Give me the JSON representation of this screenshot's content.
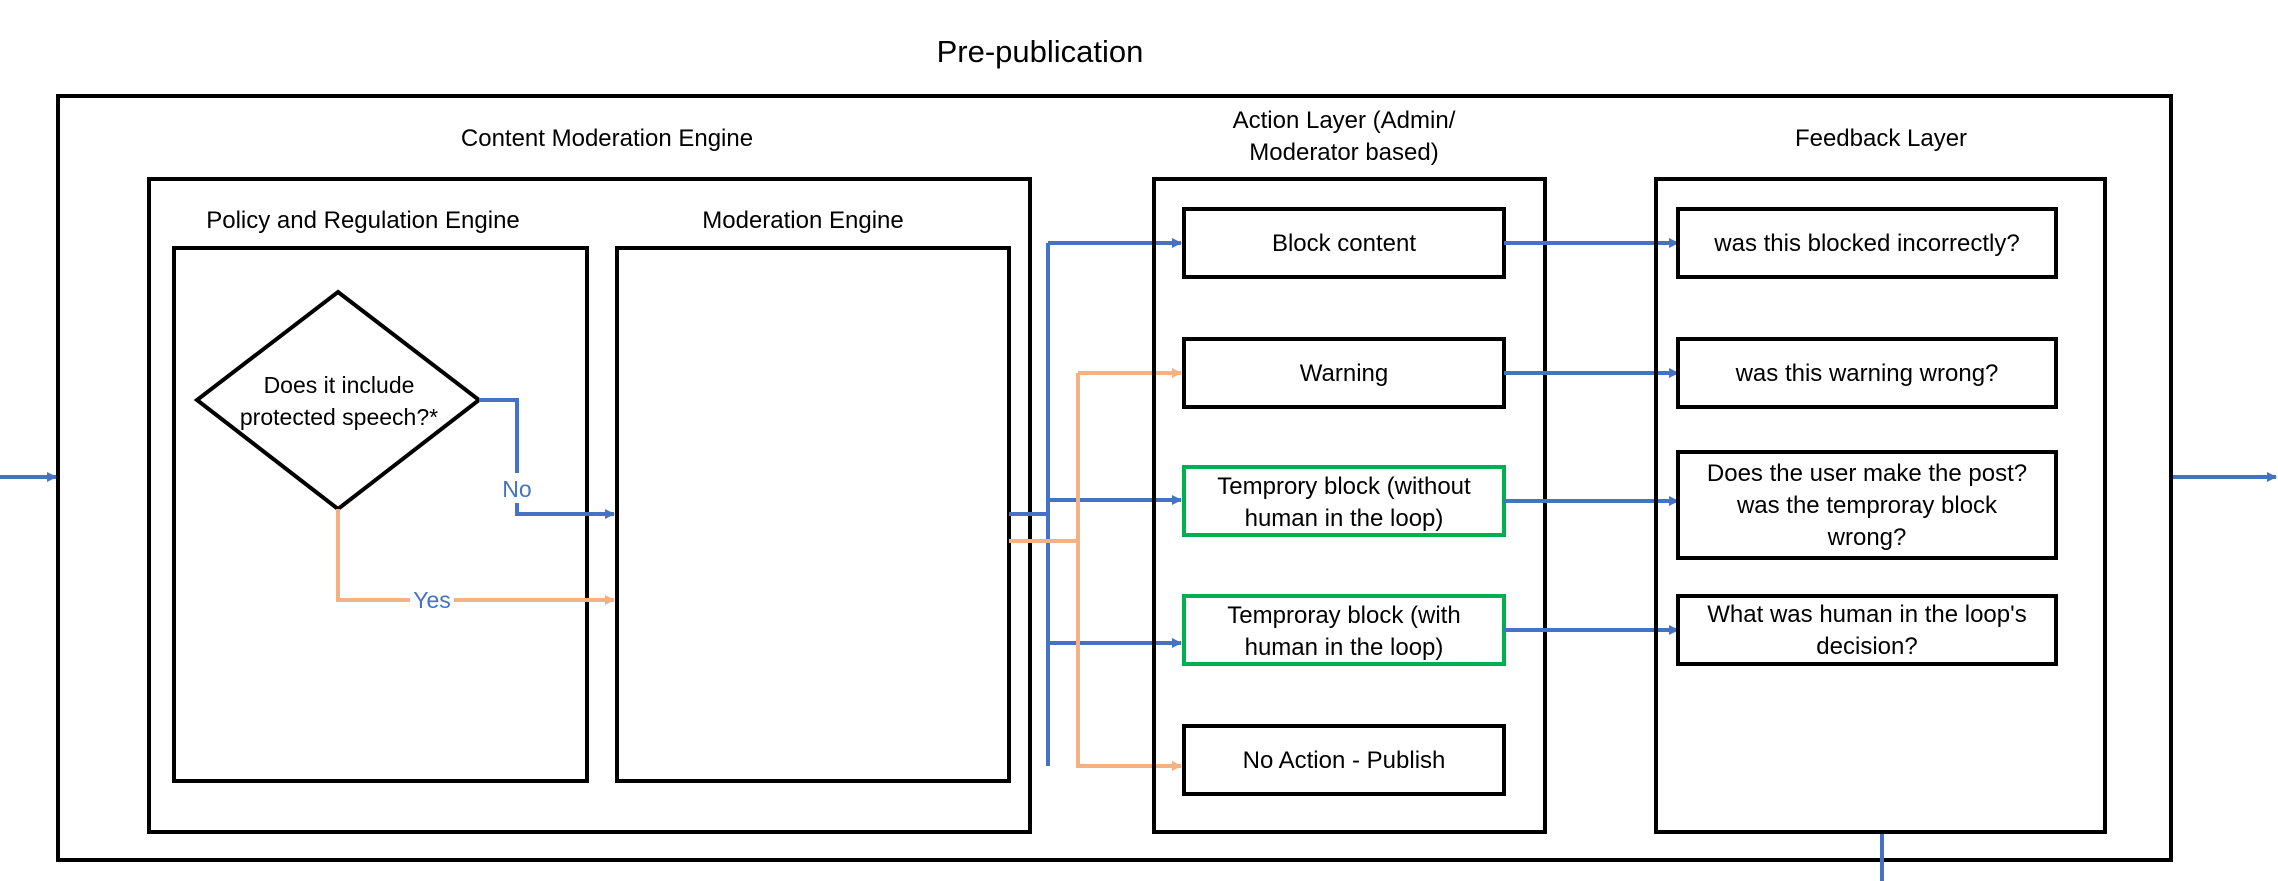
{
  "title": "Pre-publication",
  "content_moderation_engine": {
    "label": "Content Moderation Engine",
    "policy_engine": {
      "label": "Policy and Regulation Engine",
      "decision": {
        "line1": "Does it include",
        "line2": "protected speech?*"
      },
      "no_label": "No",
      "yes_label": "Yes"
    },
    "moderation_engine": {
      "label": "Moderation Engine"
    }
  },
  "action_layer": {
    "label_line1": "Action Layer (Admin/",
    "label_line2": "Moderator based)",
    "actions": [
      {
        "line1": "Block content",
        "line2": ""
      },
      {
        "line1": "Warning",
        "line2": ""
      },
      {
        "line1": "Temprory block (without",
        "line2": "human in the loop)"
      },
      {
        "line1": "Temproray block (with",
        "line2": "human in the loop)"
      },
      {
        "line1": "No Action - Publish",
        "line2": ""
      }
    ]
  },
  "feedback_layer": {
    "label": "Feedback Layer",
    "items": [
      {
        "line1": "was this blocked incorrectly?",
        "line2": "",
        "line3": ""
      },
      {
        "line1": "was this warning wrong?",
        "line2": "",
        "line3": ""
      },
      {
        "line1": "Does the user make the post?",
        "line2": "was the temproray block",
        "line3": "wrong?"
      },
      {
        "line1": "What was human in the loop's",
        "line2": "decision?",
        "line3": ""
      }
    ]
  },
  "colors": {
    "blue": "#4472C4",
    "orange": "#F4B183",
    "green": "#00B050",
    "black": "#000000"
  }
}
